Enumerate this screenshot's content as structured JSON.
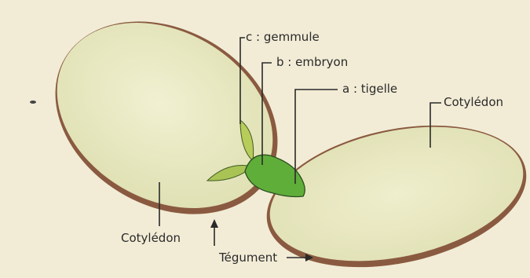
{
  "labels": {
    "gemmule": "c : gemmule",
    "embryon": "b : embryon",
    "tigelle": "a : tigelle",
    "cotyledon_right": "Cotylédon",
    "cotyledon_left": "Cotylédon",
    "tegument": "Tégument"
  },
  "colors": {
    "background": "#f2ecd6",
    "cotyledon_fill": "#eaeac0",
    "tegument_rim": "#8a5a40",
    "embryo": "#5fae3a",
    "gemmule": "#a8c84a",
    "leader": "#2a2a2a"
  }
}
